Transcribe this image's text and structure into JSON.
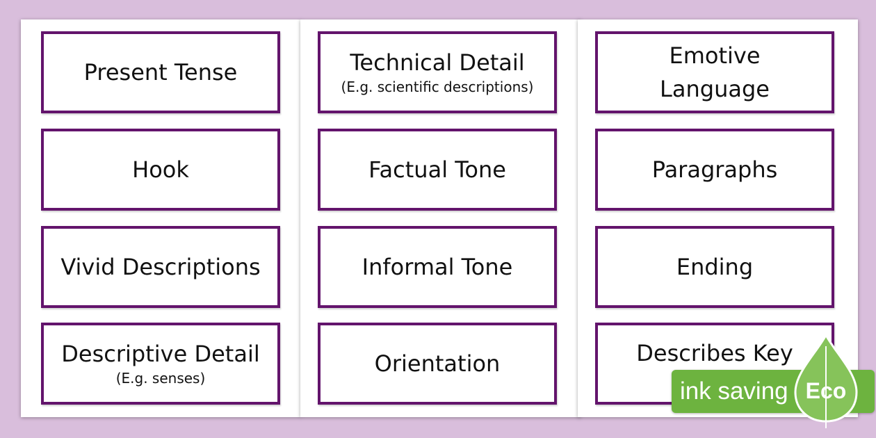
{
  "colors": {
    "background": "#d9bedc",
    "card_border": "#63146c",
    "eco_green": "#6db33f",
    "eco_leaf": "#86c35a"
  },
  "sheets": [
    {
      "cards": [
        {
          "title": "Present Tense"
        },
        {
          "title": "Hook"
        },
        {
          "title": "Vivid Descriptions"
        },
        {
          "title": "Descriptive Detail",
          "subtitle": "(E.g. senses)"
        }
      ]
    },
    {
      "cards": [
        {
          "title": "Technical Detail",
          "subtitle": "(E.g. scientific descriptions)"
        },
        {
          "title": "Factual Tone"
        },
        {
          "title": "Informal Tone"
        },
        {
          "title": "Orientation"
        }
      ]
    },
    {
      "cards": [
        {
          "title": "Emotive Language"
        },
        {
          "title": "Paragraphs"
        },
        {
          "title": "Ending"
        },
        {
          "title": "Describes Key",
          "faded": "A"
        }
      ]
    }
  ],
  "eco_badge": {
    "label": "ink saving",
    "word": "Eco",
    "icon": "leaf-icon"
  }
}
